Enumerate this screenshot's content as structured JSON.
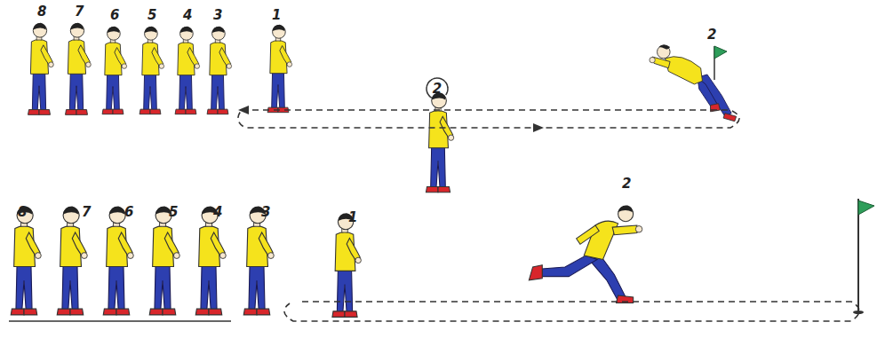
{
  "diagram": {
    "nodes": [
      {
        "text": [
          "2"
        ]
      }
    ],
    "labels": [
      "8",
      "7",
      "6",
      "5",
      "4",
      "3",
      "1",
      "2",
      "8",
      "7",
      "6",
      "5",
      "4",
      "3",
      "1",
      "2"
    ]
  }
}
